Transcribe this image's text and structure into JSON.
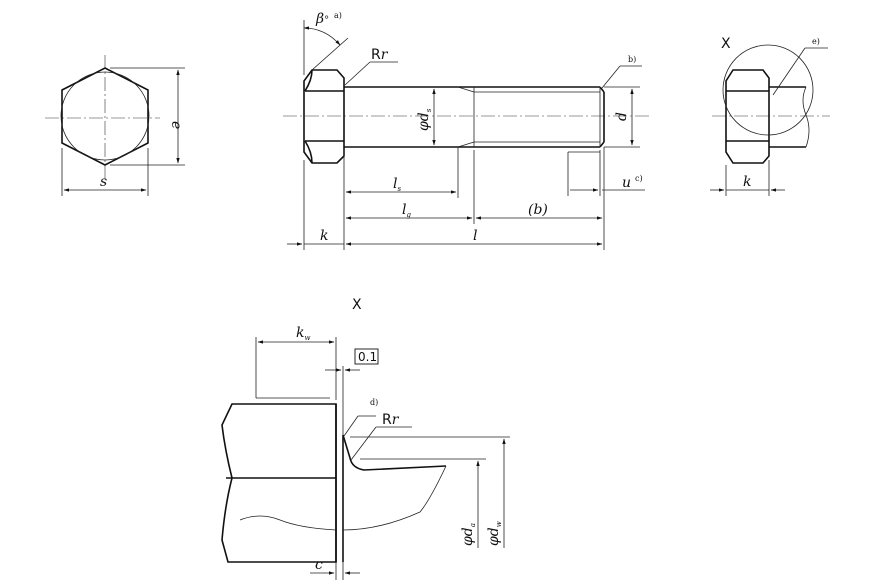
{
  "labels": {
    "s": "s",
    "e": "e",
    "beta": "β",
    "deg": "°",
    "note_a": "a)",
    "Rr_upper": "R",
    "Rr_r": "r",
    "note_b": "b)",
    "phi": "φ",
    "d_letter": "d",
    "sub_s": "s",
    "d": "d",
    "l_letter": "l",
    "sub_g": "g",
    "b": "(b)",
    "u": "u",
    "note_c": "c)",
    "k": "k",
    "l": "l",
    "X_view": "X",
    "note_e": "e)",
    "k_side": "k",
    "X_detail": "X",
    "k_letter": "k",
    "sub_w": "w",
    "tol": "0.1",
    "note_d": "d)",
    "Rr2_upper": "R",
    "Rr2_r": "r",
    "sub_a": "a",
    "c": "c"
  }
}
